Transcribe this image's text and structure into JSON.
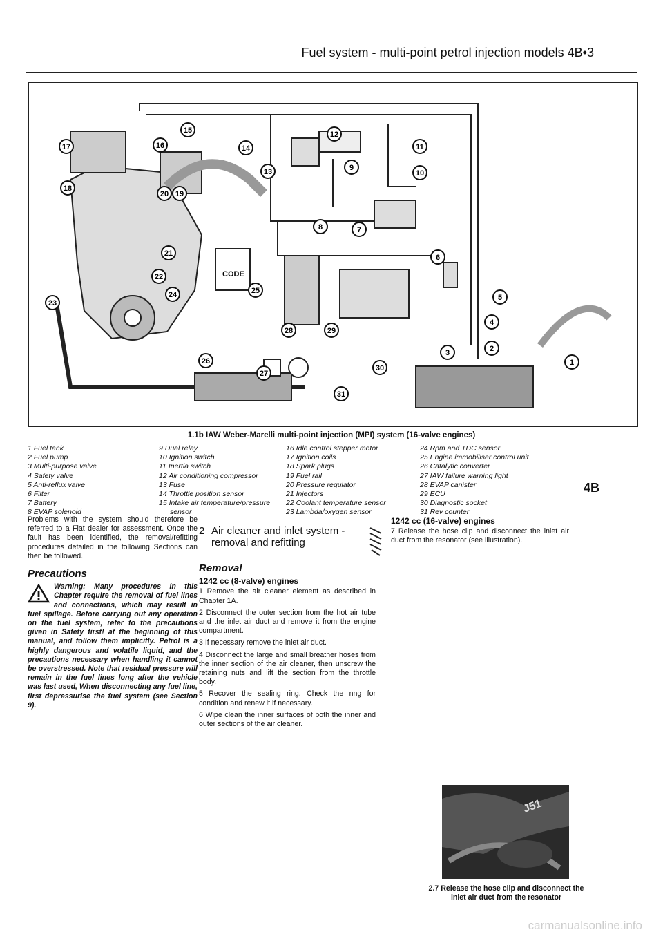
{
  "header": {
    "title": "Fuel system - multi-point petrol injection models 4B•3"
  },
  "figure": {
    "caption": "1.1b IAW Weber-Marelli multi-point injection (MPI) system (16-valve engines)",
    "callouts": [
      "1",
      "2",
      "3",
      "4",
      "5",
      "6",
      "7",
      "8",
      "9",
      "10",
      "11",
      "12",
      "13",
      "14",
      "15",
      "16",
      "17",
      "18",
      "19",
      "20",
      "21",
      "22",
      "23",
      "24",
      "25",
      "26",
      "27",
      "28",
      "29",
      "30",
      "31"
    ],
    "code_label": "CODE"
  },
  "legend": {
    "col1": [
      "1 Fuel tank",
      "2 Fuel pump",
      "3 Multi-purpose valve",
      "4 Safety valve",
      "5 Anti-reflux valve",
      "6 Filter",
      "7 Battery",
      "8 EVAP solenoid"
    ],
    "col2": [
      "9 Dual relay",
      "10 Ignition switch",
      "11 Inertia switch",
      "12 Air conditioning compressor",
      "13 Fuse",
      "14 Throttle position sensor",
      "15 Intake air temperature/pressure",
      "sensor"
    ],
    "col3": [
      "16 Idle control stepper motor",
      "17 Ignition coils",
      "18 Spark plugs",
      "19 Fuel rail",
      "20 Pressure regulator",
      "21 Injectors",
      "22 Coolant temperature sensor",
      "23 Lambda/oxygen sensor"
    ],
    "col4": [
      "24 Rpm and TDC sensor",
      "25 Engine immobiliser control unit",
      "26 Catalytic converter",
      "27 IAW failure warning light",
      "28 EVAP canister",
      "29 ECU",
      "30 Diagnostic socket",
      "31 Rev counter"
    ]
  },
  "section_tag": "4B",
  "left": {
    "intro": "Problems with the system should therefore be referred to a Fiat dealer for assessment. Once the fault has been identified, the removal/refitting procedures detailed in the following Sections can then be followed.",
    "heading": "Precautions",
    "warning": "Warning: Many procedures in this Chapter require the removal of fuel lines and connections, which may result in fuel spillage. Before carrying out any operation on the fuel system, refer to the precautions given in Safety first! at the beginning of this manual, and follow them implicitly. Petrol is a highly dangerous and volatile liquid, and the precautions necessary when handling it cannot be overstressed. Note that residual pressure will remain in the fuel lines long after the vehicle was last used, When disconnecting any fuel line, first depressurise the fuel system (see Section 9)."
  },
  "middle": {
    "section_number": "2",
    "section_title": "Air cleaner and inlet system - removal and refitting",
    "heading": "Removal",
    "subheading": "1242 cc (8-valve) engines",
    "steps": [
      "1 Remove the air cleaner element as described in Chapter 1A.",
      "2 Disconnect the outer section from the hot air tube and the inlet air duct and remove it from the engine compartment.",
      "3 If necessary remove the inlet air duct.",
      "4 Disconnect the large and small breather hoses from the inner section of the air cleaner, then unscrew the retaining nuts and lift the section from the throttle body.",
      "5 Recover the sealing ring. Check the nng for condition and renew it if necessary.",
      "6 Wipe clean the inner surfaces of both the inner and outer sections of the air cleaner."
    ]
  },
  "right": {
    "subheading": "1242 cc (16-valve) engines",
    "step": "7 Release the hose clip and disconnect the inlet air duct from the resonator (see illustration).",
    "photo_label": "J51",
    "photo_caption": "2.7 Release the hose clip and disconnect the inlet air duct from the resonator"
  },
  "watermark": "carmanualsonline.info"
}
